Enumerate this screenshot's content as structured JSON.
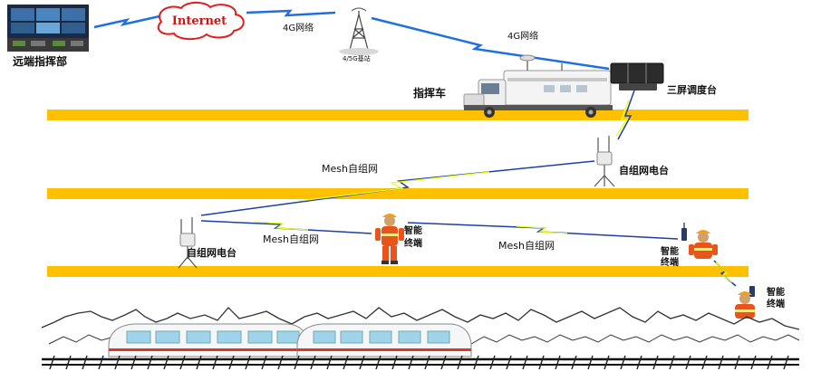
{
  "diagram": {
    "remote_hq_label": "远端指挥部",
    "internet_label": "Internet",
    "net_4g_left": "4G网络",
    "net_4g_right": "4G网络",
    "base_station_label": "4/5G基站",
    "command_vehicle_label": "指挥车",
    "console_label": "三屏调度台",
    "mesh_radio_upper_label": "自组网电台",
    "mesh_radio_lower_label": "自组网电台",
    "mesh_link_top": "Mesh自组网",
    "mesh_link_left": "Mesh自组网",
    "mesh_link_right": "Mesh自组网",
    "terminal_mid_l1": "智能",
    "terminal_mid_l2": "终端",
    "terminal_right_l1": "智能",
    "terminal_right_l2": "终端",
    "terminal_edge_l1": "智能",
    "terminal_edge_l2": "终端"
  },
  "colors": {
    "tunnel_band": "#ffc000",
    "link_4g": "#1f6fe0",
    "link_mesh": "#1c3fa8",
    "bolt": "#e8ff20",
    "firefighter": "#e8541c",
    "train_window": "#9fd3ec"
  }
}
